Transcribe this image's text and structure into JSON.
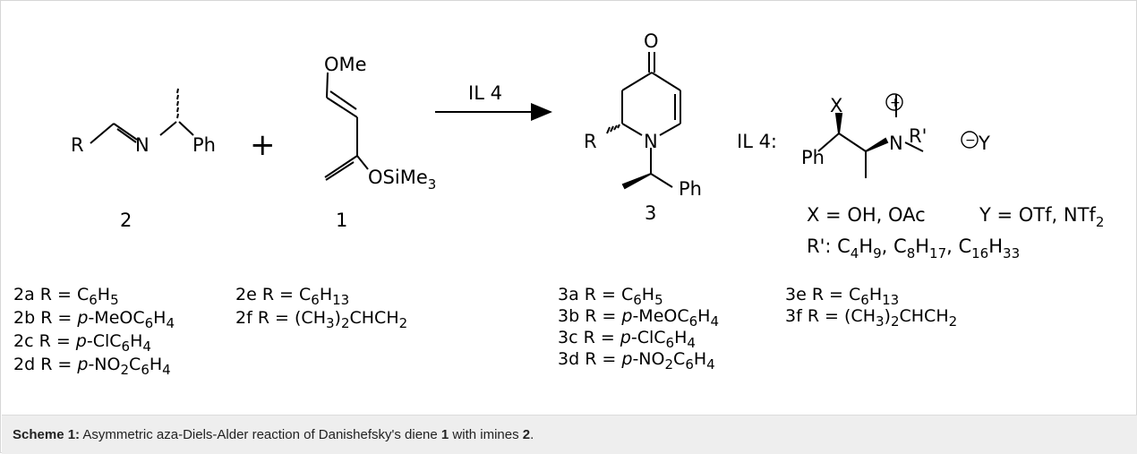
{
  "reaction": {
    "imine": {
      "r": "R",
      "n": "N",
      "ph": "Ph",
      "id": "2"
    },
    "plus": "+",
    "diene": {
      "ome": "OMe",
      "osime3": "OSiMe",
      "sub3": "3",
      "id": "1"
    },
    "arrow_label": "IL 4",
    "product": {
      "o": "O",
      "n": "N",
      "r": "R",
      "ph": "Ph",
      "id": "3"
    },
    "catalyst": {
      "label": "IL 4:",
      "x": "X",
      "ph": "Ph",
      "n": "N",
      "rprime": "R'",
      "y": "Y",
      "plus_charge": "+",
      "minus_charge": "−",
      "x_def": "X = OH, OAc",
      "y_def": "Y = OTf, NTf",
      "y_def_sub": "2",
      "r_def_prefix": "R': C",
      "r_def_terms": [
        {
          "h": "H",
          "c_sub": "4",
          "h_sub": "9"
        },
        {
          "h": "H",
          "c_sub": "8",
          "h_sub": "17"
        },
        {
          "h": "H",
          "c_sub": "16",
          "h_sub": "33"
        }
      ]
    }
  },
  "imine_list": {
    "a": {
      "label": "2a R = C",
      "s1": "6",
      "mid": "H",
      "s2": "5"
    },
    "b": {
      "label": "2b R = ",
      "p": "p",
      "rest": "-MeOC",
      "s1": "6",
      "mid": "H",
      "s2": "4"
    },
    "c": {
      "label": "2c R = ",
      "p": "p",
      "rest": "-ClC",
      "s1": "6",
      "mid": "H",
      "s2": "4"
    },
    "d": {
      "label": "2d R = ",
      "p": "p",
      "rest": "-NO",
      "s1": "2",
      "mid": "C",
      "s2": "6",
      "mid2": "H",
      "s3": "4"
    },
    "e": {
      "label": "2e R = C",
      "s1": "6",
      "mid": "H",
      "s2": "13"
    },
    "f": {
      "label": "2f R = (CH",
      "s1": "3",
      "mid": ")",
      "s2": "2",
      "end": "CHCH",
      "s3": "2"
    }
  },
  "product_list": {
    "a": {
      "label": "3a R = C",
      "s1": "6",
      "mid": "H",
      "s2": "5"
    },
    "b": {
      "label": "3b R = ",
      "p": "p",
      "rest": "-MeOC",
      "s1": "6",
      "mid": "H",
      "s2": "4"
    },
    "c": {
      "label": "3c R = ",
      "p": "p",
      "rest": "-ClC",
      "s1": "6",
      "mid": "H",
      "s2": "4"
    },
    "d": {
      "label": "3d R = ",
      "p": "p",
      "rest": "-NO",
      "s1": "2",
      "mid": "C",
      "s2": "6",
      "mid2": "H",
      "s3": "4"
    },
    "e": {
      "label": "3e R = C",
      "s1": "6",
      "mid": "H",
      "s2": "13"
    },
    "f": {
      "label": "3f R = (CH",
      "s1": "3",
      "mid": ")",
      "s2": "2",
      "end": "CHCH",
      "s3": "2"
    }
  },
  "caption": {
    "label": "Scheme 1:",
    "text1": " Asymmetric aza-Diels-Alder reaction of Danishefsky's diene ",
    "bold1": "1",
    "text2": " with imines ",
    "bold2": "2",
    "text3": "."
  }
}
